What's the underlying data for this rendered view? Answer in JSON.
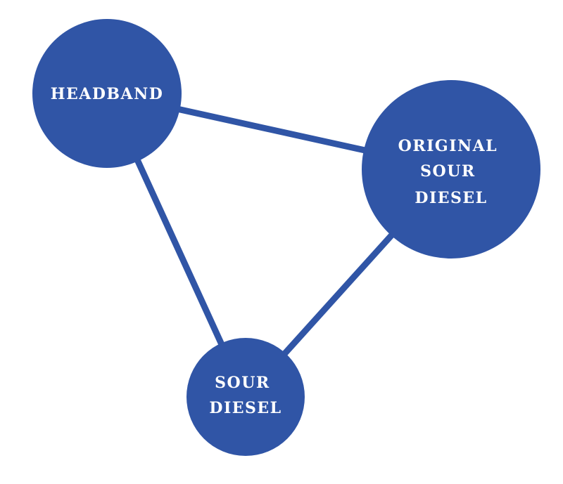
{
  "colors": {
    "node_fill": "#3055a6",
    "edge": "#3055a6",
    "label": "#ffffff",
    "background": "#ffffff"
  },
  "nodes": [
    {
      "id": "headband",
      "lines": [
        "HEADBAND"
      ]
    },
    {
      "id": "original-sour-diesel",
      "lines": [
        "ORIGINAL",
        "SOUR",
        "DIESEL"
      ]
    },
    {
      "id": "sour-diesel",
      "lines": [
        "SOUR",
        "DIESEL"
      ]
    }
  ],
  "edges": [
    {
      "from": "headband",
      "to": "original-sour-diesel"
    },
    {
      "from": "headband",
      "to": "sour-diesel"
    },
    {
      "from": "original-sour-diesel",
      "to": "sour-diesel"
    }
  ]
}
